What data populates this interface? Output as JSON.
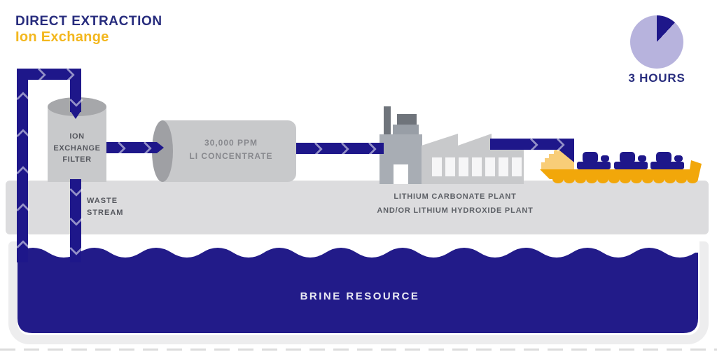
{
  "header": {
    "title": "DIRECT EXTRACTION",
    "subtitle": "Ion Exchange"
  },
  "timer": {
    "label": "3 HOURS",
    "wedge_degrees": 43
  },
  "diagram": {
    "filter_label": [
      "ION",
      "EXCHANGE",
      "FILTER"
    ],
    "waste_label": [
      "WASTE",
      "STREAM"
    ],
    "concentrate_label": [
      "30,000 PPM",
      "LI CONCENTRATE"
    ],
    "plant_label": [
      "LITHIUM CARBONATE PLANT",
      "AND/OR LITHIUM HYDROXIDE PLANT"
    ],
    "brine_label": "BRINE RESOURCE"
  },
  "colors": {
    "navy": "#1e178a",
    "title_navy": "#272c7d",
    "yellow": "#f3b71e",
    "gold": "#f2a70a",
    "light_gold": "#f8cd78",
    "lavender": "#b7b3dd",
    "vessel_gray": "#c8c9cb",
    "building_gray": "#a8adb4",
    "dark_gray": "#6f747b",
    "ground_gray": "#dcdcde",
    "basin_gray": "#ededee",
    "label_gray": "#55575e"
  }
}
